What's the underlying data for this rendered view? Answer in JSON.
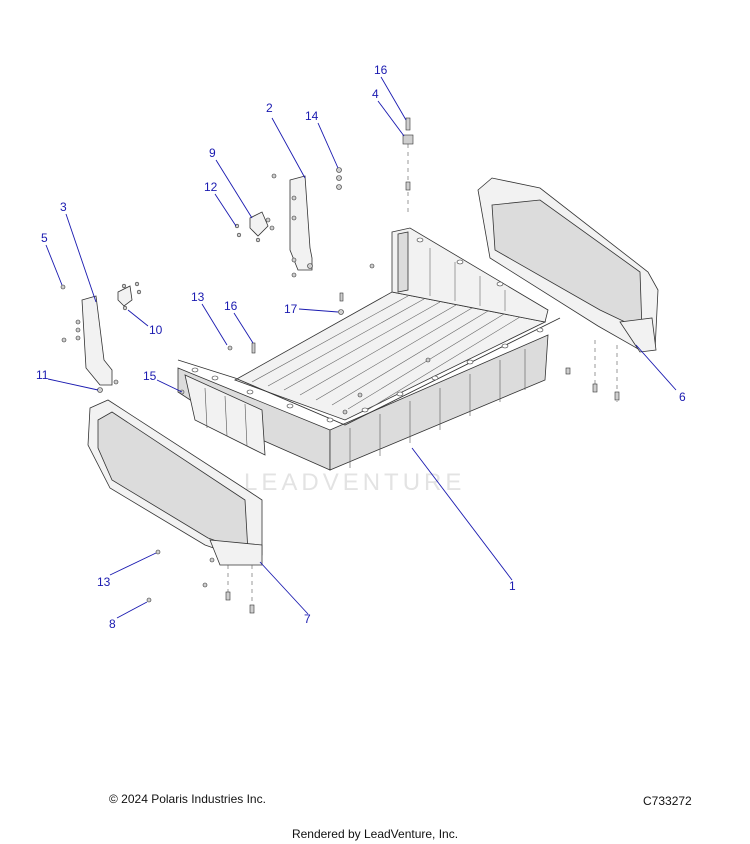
{
  "diagram": {
    "callouts": {
      "c1": "1",
      "c2": "2",
      "c3": "3",
      "c4": "4",
      "c5": "5",
      "c6": "6",
      "c7": "7",
      "c8": "8",
      "c9": "9",
      "c10": "10",
      "c11": "11",
      "c12": "12",
      "c13a": "13",
      "c13b": "13",
      "c14": "14",
      "c15": "15",
      "c16a": "16",
      "c16b": "16",
      "c17": "17"
    },
    "watermark": "LEADVENTURE",
    "callout_color": "#1a1ab0"
  },
  "footer": {
    "copyright": "© 2024 Polaris Industries Inc.",
    "diagram_id": "C733272",
    "rendered_by": "Rendered by LeadVenture, Inc."
  }
}
